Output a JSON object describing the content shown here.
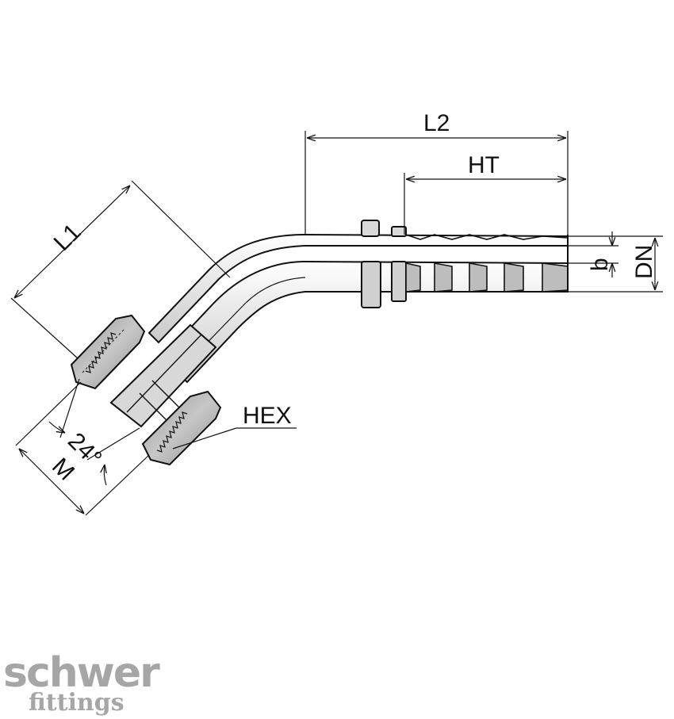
{
  "labels": {
    "l1": "L1",
    "l2": "L2",
    "ht": "HT",
    "b": "b",
    "dn": "DN",
    "hex": "HEX",
    "angle": "24°",
    "m": "M"
  },
  "logo": {
    "brand": "schwer",
    "sub": "fittings"
  },
  "colors": {
    "metal_fill": "#e6e6e6",
    "metal_dark": "#b5b5b5",
    "outline": "#111111",
    "logo": "#a6a6a6"
  }
}
